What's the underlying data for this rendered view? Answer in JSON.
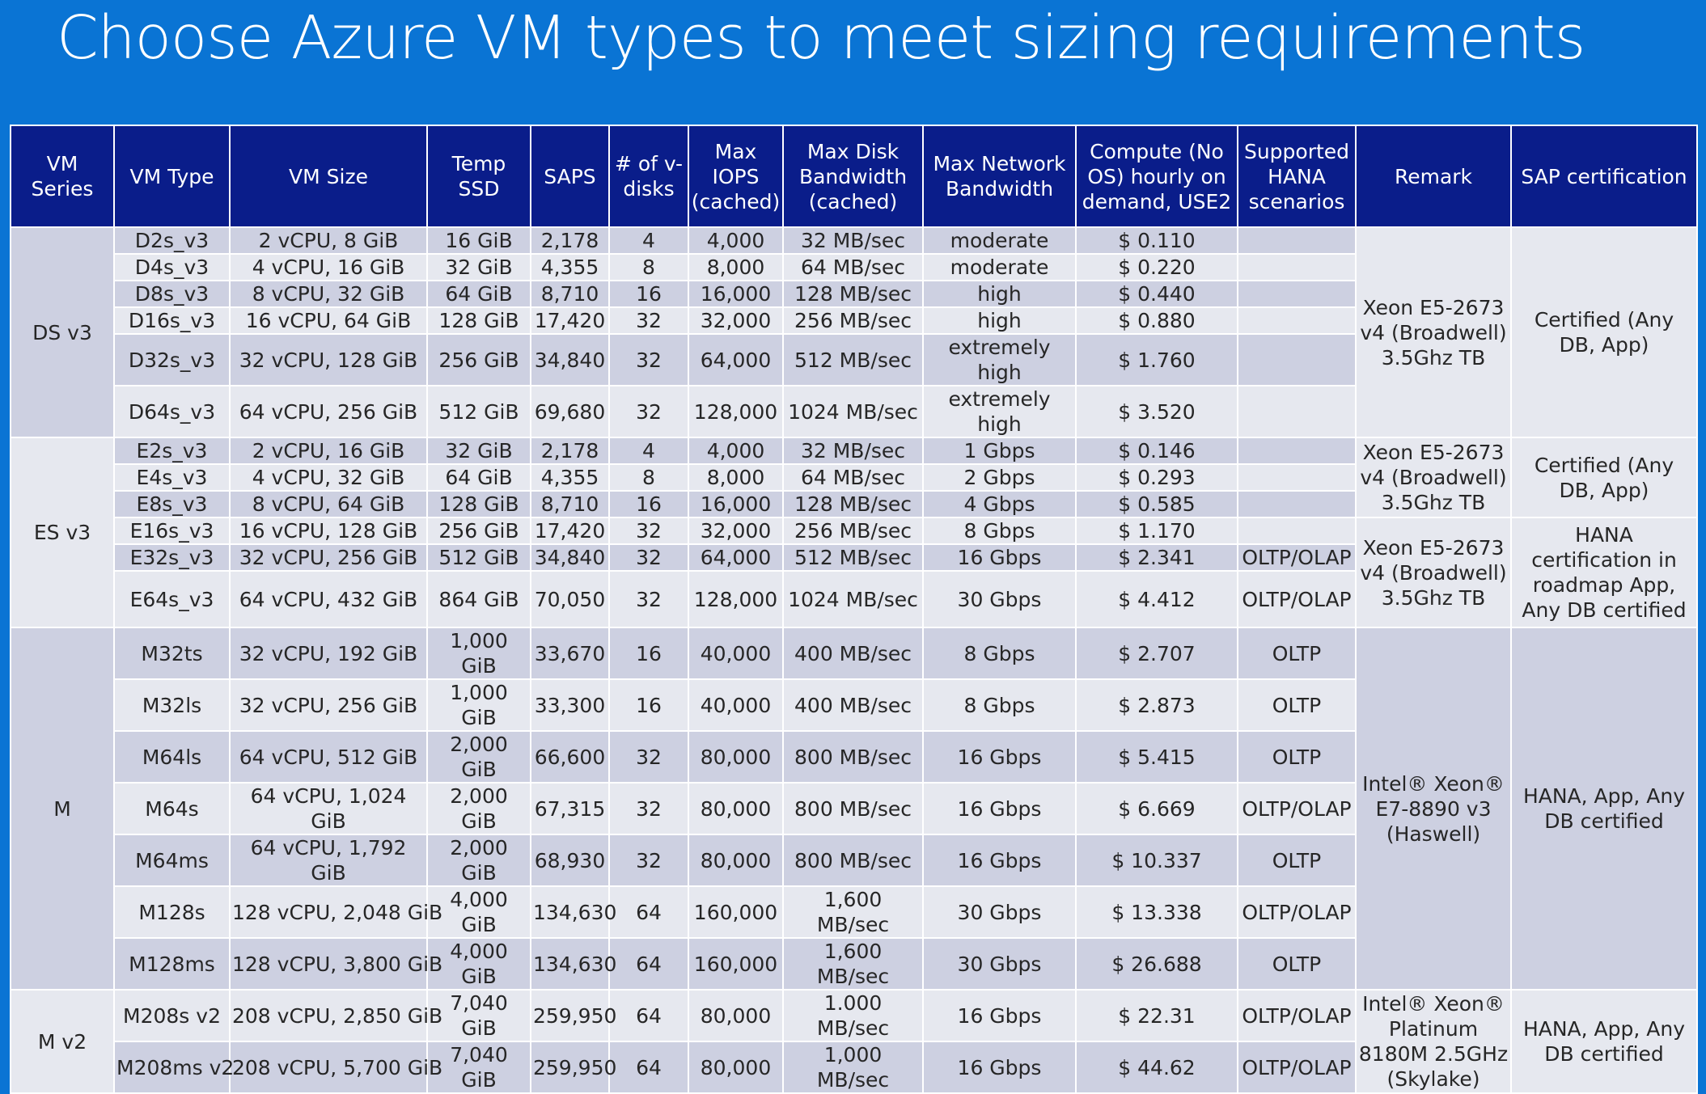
{
  "title": "Choose Azure VM types to meet sizing requirements",
  "headers": {
    "series": "VM Series",
    "type": "VM Type",
    "size": "VM Size",
    "ssd": "Temp SSD",
    "saps": "SAPS",
    "vdisks": "# of v-disks",
    "iops": "Max IOPS (cached)",
    "disk_bw": "Max Disk Bandwidth (cached)",
    "net_bw": "Max Network Bandwidth",
    "compute": "Compute (No OS) hourly on demand, USE2",
    "hana": "Supported HANA scenarios",
    "remark": "Remark",
    "cert": "SAP certification"
  },
  "groups": {
    "dsv3": {
      "series": "DS v3",
      "remark": "Xeon E5-2673 v4 (Broadwell) 3.5Ghz TB",
      "cert": "Certified (Any DB, App)"
    },
    "esv3": {
      "series": "ES v3",
      "remark_a": "Xeon E5-2673 v4 (Broadwell) 3.5Ghz TB",
      "cert_a": "Certified (Any DB, App)",
      "remark_b": "Xeon E5-2673 v4 (Broadwell) 3.5Ghz TB",
      "cert_b": "HANA certification in roadmap App, Any DB certified"
    },
    "m": {
      "series": "M",
      "remark": "Intel® Xeon® E7-8890 v3 (Haswell)",
      "cert": "HANA, App, Any DB certified"
    },
    "mv2": {
      "series": "M v2",
      "remark": "Intel® Xeon® Platinum 8180M 2.5GHz (Skylake)",
      "cert": "HANA, App, Any DB certified"
    }
  },
  "rows": [
    {
      "type": "D2s_v3",
      "size": "2 vCPU, 8 GiB",
      "ssd": "16 GiB",
      "saps": "2,178",
      "vdisks": "4",
      "iops": "4,000",
      "disk_bw": "32 MB/sec",
      "net_bw": "moderate",
      "compute": "$ 0.110",
      "hana": ""
    },
    {
      "type": "D4s_v3",
      "size": "4 vCPU, 16 GiB",
      "ssd": "32 GiB",
      "saps": "4,355",
      "vdisks": "8",
      "iops": "8,000",
      "disk_bw": "64 MB/sec",
      "net_bw": "moderate",
      "compute": "$ 0.220",
      "hana": ""
    },
    {
      "type": "D8s_v3",
      "size": "8 vCPU, 32 GiB",
      "ssd": "64 GiB",
      "saps": "8,710",
      "vdisks": "16",
      "iops": "16,000",
      "disk_bw": "128 MB/sec",
      "net_bw": "high",
      "compute": "$ 0.440",
      "hana": ""
    },
    {
      "type": "D16s_v3",
      "size": "16 vCPU, 64 GiB",
      "ssd": "128 GiB",
      "saps": "17,420",
      "vdisks": "32",
      "iops": "32,000",
      "disk_bw": "256 MB/sec",
      "net_bw": "high",
      "compute": "$ 0.880",
      "hana": ""
    },
    {
      "type": "D32s_v3",
      "size": "32 vCPU, 128 GiB",
      "ssd": "256 GiB",
      "saps": "34,840",
      "vdisks": "32",
      "iops": "64,000",
      "disk_bw": "512 MB/sec",
      "net_bw": "extremely high",
      "compute": "$ 1.760",
      "hana": ""
    },
    {
      "type": "D64s_v3",
      "size": "64 vCPU, 256 GiB",
      "ssd": "512 GiB",
      "saps": "69,680",
      "vdisks": "32",
      "iops": "128,000",
      "disk_bw": "1024 MB/sec",
      "net_bw": "extremely high",
      "compute": "$ 3.520",
      "hana": ""
    },
    {
      "type": "E2s_v3",
      "size": "2 vCPU, 16 GiB",
      "ssd": "32 GiB",
      "saps": "2,178",
      "vdisks": "4",
      "iops": "4,000",
      "disk_bw": "32 MB/sec",
      "net_bw": "1 Gbps",
      "compute": "$ 0.146",
      "hana": ""
    },
    {
      "type": "E4s_v3",
      "size": "4 vCPU, 32 GiB",
      "ssd": "64 GiB",
      "saps": "4,355",
      "vdisks": "8",
      "iops": "8,000",
      "disk_bw": "64 MB/sec",
      "net_bw": "2 Gbps",
      "compute": "$ 0.293",
      "hana": ""
    },
    {
      "type": "E8s_v3",
      "size": "8 vCPU, 64 GiB",
      "ssd": "128 GiB",
      "saps": "8,710",
      "vdisks": "16",
      "iops": "16,000",
      "disk_bw": "128 MB/sec",
      "net_bw": "4 Gbps",
      "compute": "$ 0.585",
      "hana": ""
    },
    {
      "type": "E16s_v3",
      "size": "16 vCPU, 128 GiB",
      "ssd": "256 GiB",
      "saps": "17,420",
      "vdisks": "32",
      "iops": "32,000",
      "disk_bw": "256 MB/sec",
      "net_bw": "8 Gbps",
      "compute": "$ 1.170",
      "hana": ""
    },
    {
      "type": "E32s_v3",
      "size": "32 vCPU, 256 GiB",
      "ssd": "512 GiB",
      "saps": "34,840",
      "vdisks": "32",
      "iops": "64,000",
      "disk_bw": "512 MB/sec",
      "net_bw": "16 Gbps",
      "compute": "$ 2.341",
      "hana": "OLTP/OLAP"
    },
    {
      "type": "E64s_v3",
      "size": "64 vCPU, 432 GiB",
      "ssd": "864 GiB",
      "saps": "70,050",
      "vdisks": "32",
      "iops": "128,000",
      "disk_bw": "1024 MB/sec",
      "net_bw": "30 Gbps",
      "compute": "$ 4.412",
      "hana": "OLTP/OLAP"
    },
    {
      "type": "M32ts",
      "size": "32 vCPU, 192 GiB",
      "ssd": "1,000 GiB",
      "saps": "33,670",
      "vdisks": "16",
      "iops": "40,000",
      "disk_bw": "400 MB/sec",
      "net_bw": "8 Gbps",
      "compute": "$ 2.707",
      "hana": "OLTP"
    },
    {
      "type": "M32ls",
      "size": "32 vCPU, 256 GiB",
      "ssd": "1,000 GiB",
      "saps": "33,300",
      "vdisks": "16",
      "iops": "40,000",
      "disk_bw": "400 MB/sec",
      "net_bw": "8 Gbps",
      "compute": "$ 2.873",
      "hana": "OLTP"
    },
    {
      "type": "M64ls",
      "size": "64 vCPU, 512 GiB",
      "ssd": "2,000 GiB",
      "saps": "66,600",
      "vdisks": "32",
      "iops": "80,000",
      "disk_bw": "800 MB/sec",
      "net_bw": "16 Gbps",
      "compute": "$ 5.415",
      "hana": "OLTP"
    },
    {
      "type": "M64s",
      "size": "64 vCPU, 1,024 GiB",
      "ssd": "2,000 GiB",
      "saps": "67,315",
      "vdisks": "32",
      "iops": "80,000",
      "disk_bw": "800 MB/sec",
      "net_bw": "16 Gbps",
      "compute": "$ 6.669",
      "hana": "OLTP/OLAP"
    },
    {
      "type": "M64ms",
      "size": "64 vCPU, 1,792 GiB",
      "ssd": "2,000 GiB",
      "saps": "68,930",
      "vdisks": "32",
      "iops": "80,000",
      "disk_bw": "800 MB/sec",
      "net_bw": "16 Gbps",
      "compute": "$ 10.337",
      "hana": "OLTP"
    },
    {
      "type": "M128s",
      "size": "128 vCPU, 2,048 GiB",
      "ssd": "4,000 GiB",
      "saps": "134,630",
      "vdisks": "64",
      "iops": "160,000",
      "disk_bw": "1,600 MB/sec",
      "net_bw": "30 Gbps",
      "compute": "$ 13.338",
      "hana": "OLTP/OLAP"
    },
    {
      "type": "M128ms",
      "size": "128 vCPU, 3,800 GiB",
      "ssd": "4,000 GiB",
      "saps": "134,630",
      "vdisks": "64",
      "iops": "160,000",
      "disk_bw": "1,600 MB/sec",
      "net_bw": "30 Gbps",
      "compute": "$ 26.688",
      "hana": "OLTP"
    },
    {
      "type": "M208s v2",
      "size": "208 vCPU, 2,850 GiB",
      "ssd": "7,040 GiB",
      "saps": "259,950",
      "vdisks": "64",
      "iops": "80,000",
      "disk_bw": "1.000 MB/sec",
      "net_bw": "16 Gbps",
      "compute": "$ 22.31",
      "hana": "OLTP/OLAP"
    },
    {
      "type": "M208ms v2",
      "size": "208 vCPU, 5,700 GiB",
      "ssd": "7,040 GiB",
      "saps": "259,950",
      "vdisks": "64",
      "iops": "80,000",
      "disk_bw": "1,000 MB/sec",
      "net_bw": "16 Gbps",
      "compute": "$ 44.62",
      "hana": "OLTP/OLAP"
    }
  ]
}
